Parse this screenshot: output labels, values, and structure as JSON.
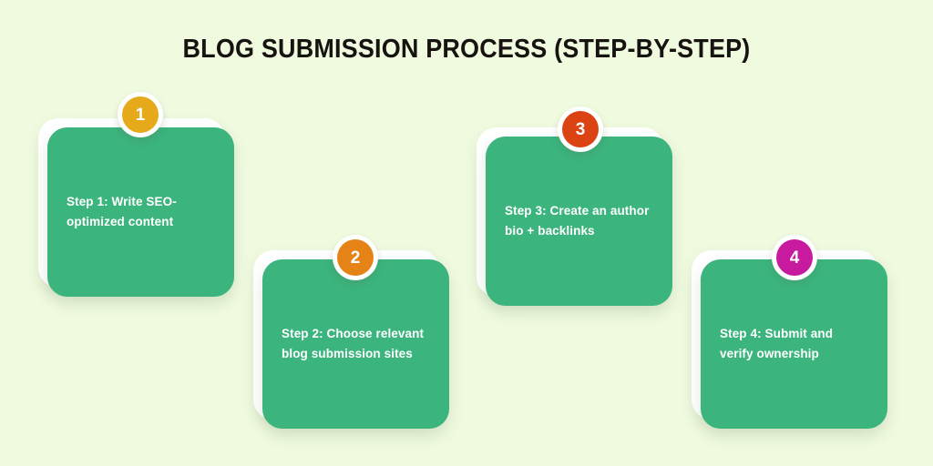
{
  "background_color": "#F0FADF",
  "title": "BLOG SUBMISSION PROCESS (STEP-BY-STEP)",
  "card_color": "#3BB47D",
  "card_text_color": "#FFFFFF",
  "title_color": "#171310",
  "steps": [
    {
      "number": "1",
      "text": "Step 1: Write SEO-optimized content",
      "badge_color": "#E5A919"
    },
    {
      "number": "2",
      "text": "Step 2: Choose relevant blog submission sites",
      "badge_color": "#E58316"
    },
    {
      "number": "3",
      "text": "Step 3: Create an author bio + backlinks",
      "badge_color": "#DC4313"
    },
    {
      "number": "4",
      "text": "Step 4: Submit and verify ownership",
      "badge_color": "#C81A9E"
    }
  ]
}
